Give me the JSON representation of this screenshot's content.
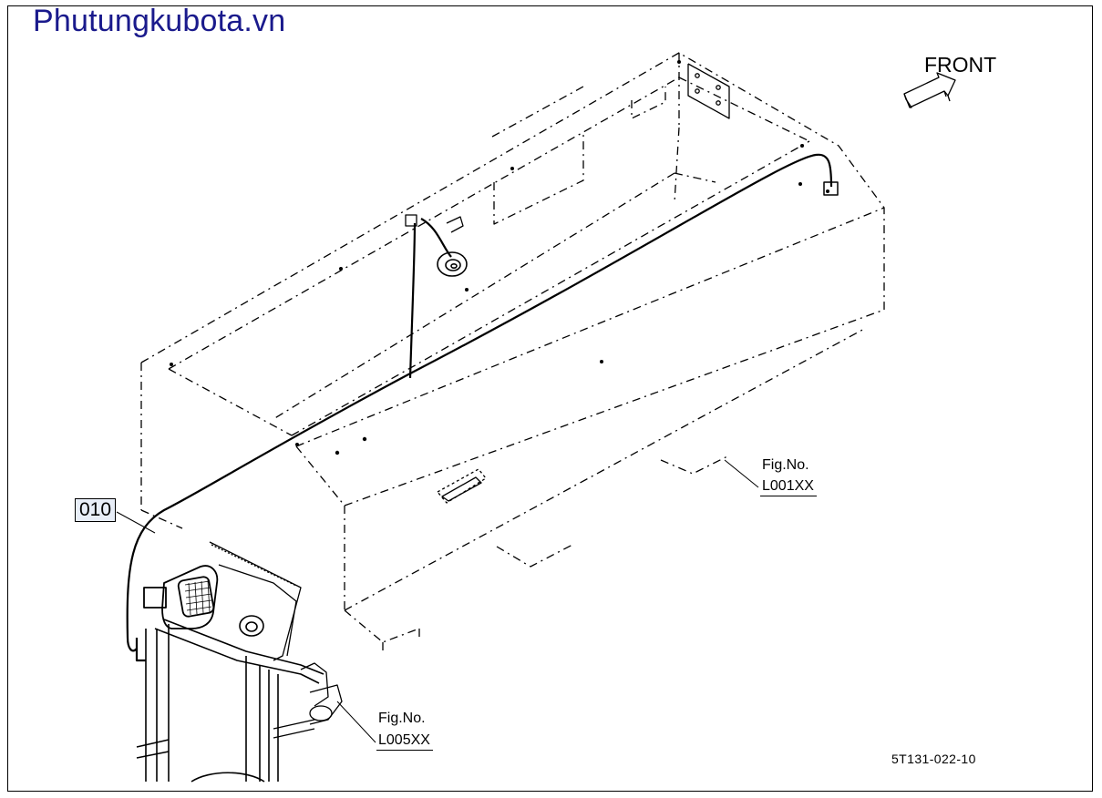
{
  "watermark": "Phutungkubota.vn",
  "direction": {
    "label": "FRONT"
  },
  "callouts": {
    "part_number": "010"
  },
  "references": [
    {
      "title": "Fig.No.",
      "code": "L001XX"
    },
    {
      "title": "Fig.No.",
      "code": "L005XX"
    }
  ],
  "drawing_id": "5T131-022-10",
  "colors": {
    "watermark": "#1a1a8c",
    "line": "#000000",
    "callout_bg": "#e8eef8"
  }
}
